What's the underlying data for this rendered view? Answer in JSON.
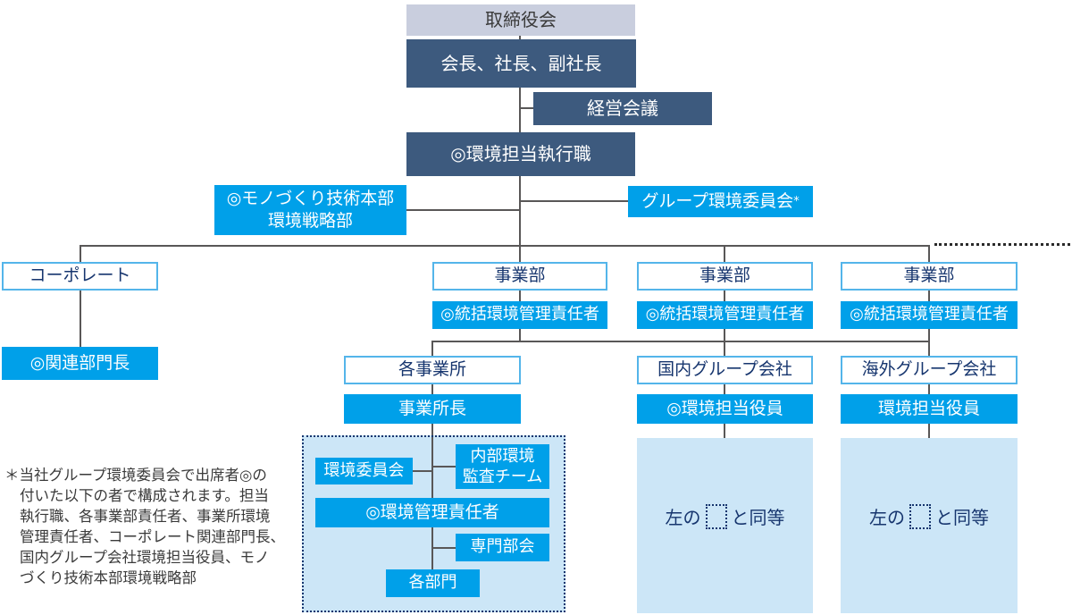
{
  "colors": {
    "navy_box": "#3d5a7e",
    "cyan_box": "#00a0e9",
    "lavender_box": "#c9cede",
    "light_panel": "#cce6f7",
    "outline_border": "#54b5ea",
    "navy_text": "#16356e",
    "connector_line": "#595757"
  },
  "top": {
    "board": "取締役会",
    "executives": "会長、社長、副社長",
    "council": "経営会議",
    "env_executive": "◎環境担当執行職"
  },
  "staff": {
    "monozukuri_line1": "◎モノづくり技術本部",
    "monozukuri_line2": "環境戦略部",
    "group_committee": "グループ環境委員会",
    "group_committee_mark": "*"
  },
  "columns": {
    "corporate": "コーポレート",
    "related_dept_head": "◎関連部門長",
    "division": "事業部",
    "supervising_env_manager": "◎統括環境管理責任者",
    "sites": "各事業所",
    "site_manager": "事業所長",
    "domestic_group": "国内グループ会社",
    "overseas_group": "海外グループ会社",
    "domestic_env_officer": "◎環境担当役員",
    "overseas_env_officer": "環境担当役員"
  },
  "site_detail": {
    "env_committee": "環境委員会",
    "internal_audit_line1": "内部環境",
    "internal_audit_line2": "監査チーム",
    "env_manager": "◎環境管理責任者",
    "subcommittee": "専門部会",
    "departments": "各部門"
  },
  "equivalence": {
    "prefix": "左の",
    "suffix": "と同等"
  },
  "footnote": {
    "lines": [
      "＊当社グループ環境委員会で出席者◎の",
      "付いた以下の者で構成されます。担当",
      "執行職、各事業部責任者、事業所環境",
      "管理責任者、コーポレート関連部門長、",
      "国内グループ会社環境担当役員、モノ",
      "づくり技術本部環境戦略部"
    ]
  }
}
